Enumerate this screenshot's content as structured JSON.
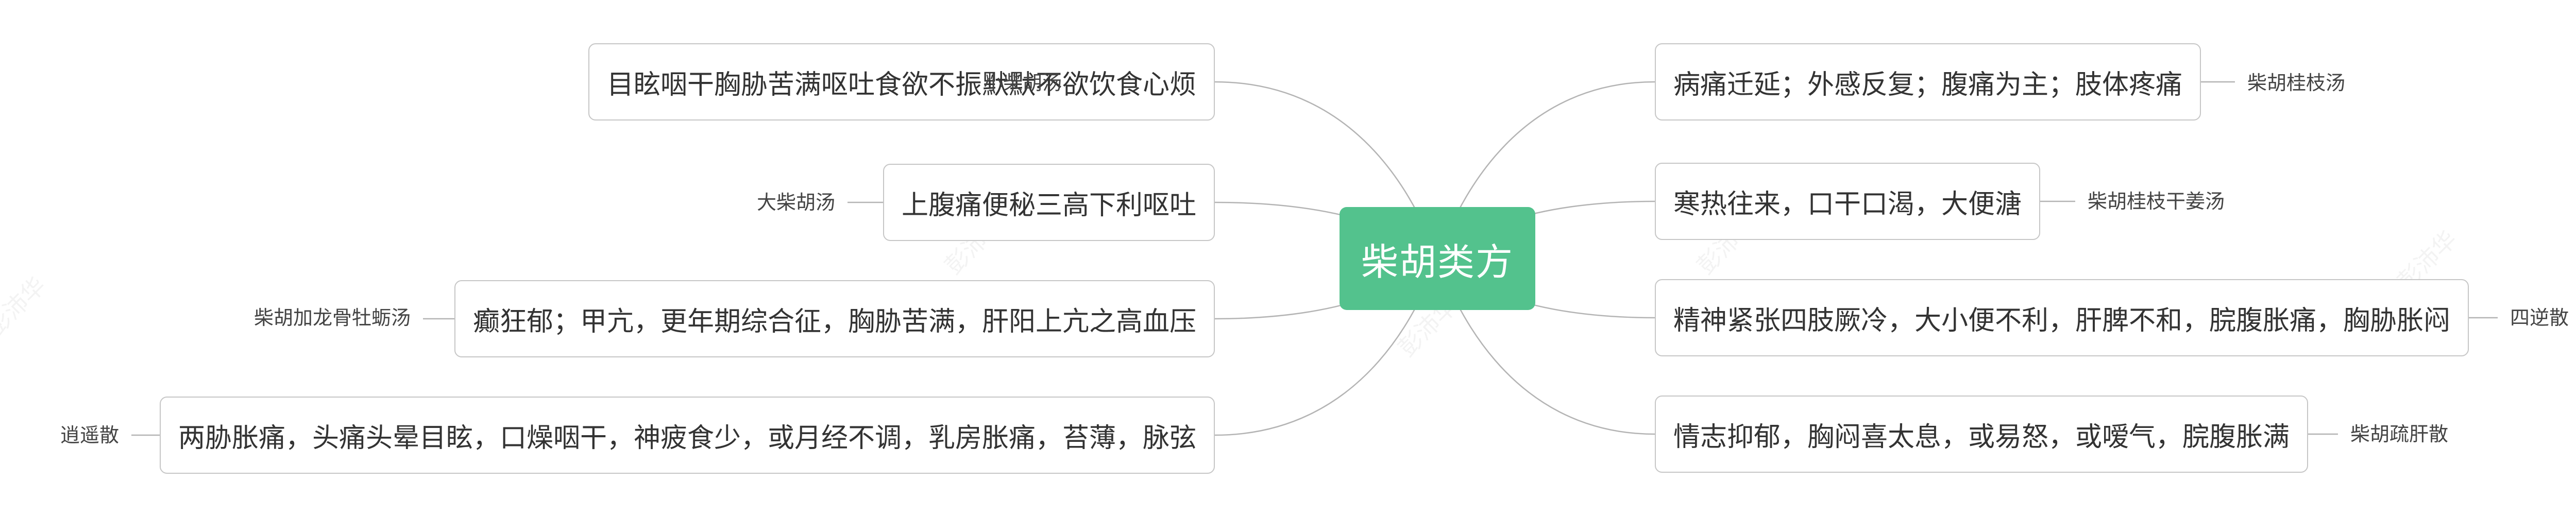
{
  "root": {
    "label": "柴胡类方"
  },
  "watermark": {
    "text": "彭沛华"
  },
  "colors": {
    "root_fill": "#53c28d",
    "node_border": "#c6c6c6",
    "line": "#b4b4b4",
    "text": "#333333"
  },
  "left_branches": [
    {
      "description": "目眩咽干胸胁苦满呕吐食欲不振默默不欲饮食心烦",
      "formula": "小柴胡汤"
    },
    {
      "description": "上腹痛便秘三高下利呕吐",
      "formula": "大柴胡汤"
    },
    {
      "description": "癫狂郁；甲亢，更年期综合征，胸胁苦满，肝阳上亢之高血压",
      "formula": "柴胡加龙骨牡蛎汤"
    },
    {
      "description": "两胁胀痛，头痛头晕目眩，口燥咽干，神疲食少，或月经不调，乳房胀痛，苔薄，脉弦",
      "formula": "逍遥散"
    }
  ],
  "right_branches": [
    {
      "description": "病痛迁延；外感反复；腹痛为主；肢体疼痛",
      "formula": "柴胡桂枝汤"
    },
    {
      "description": "寒热往来，口干口渴，大便溏",
      "formula": "柴胡桂枝干姜汤"
    },
    {
      "description": "精神紧张四肢厥冷，大小便不利，肝脾不和，脘腹胀痛，胸胁胀闷",
      "formula": "四逆散"
    },
    {
      "description": "情志抑郁，胸闷喜太息，或易怒，或嗳气，脘腹胀满",
      "formula": "柴胡疏肝散"
    }
  ]
}
